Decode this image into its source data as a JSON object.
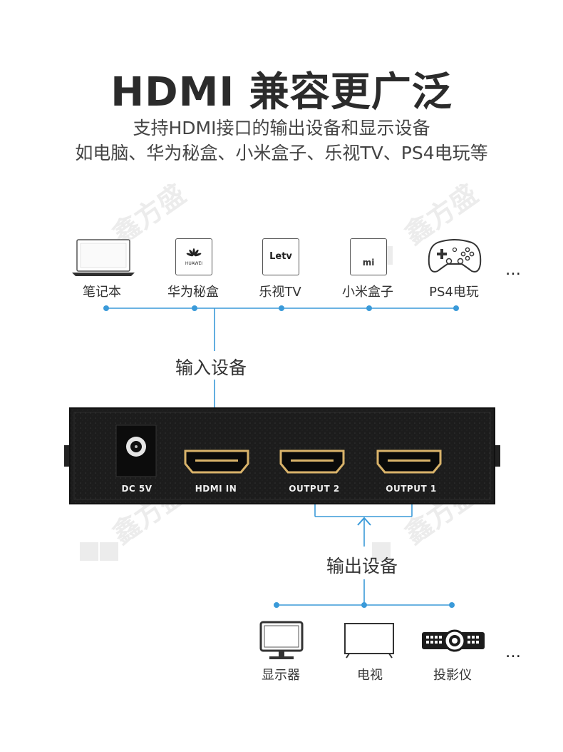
{
  "title": "HDMI 兼容更广泛",
  "subtitle_lines": [
    "支持HDMI接口的输出设备和显示设备",
    "如电脑、华为秘盒、小米盒子、乐视TV、PS4电玩等"
  ],
  "input_devices": [
    {
      "label": "笔记本",
      "icon": "laptop-icon"
    },
    {
      "label": "华为秘盒",
      "icon": "huawei-box-icon"
    },
    {
      "label": "乐视TV",
      "icon": "letv-box-icon"
    },
    {
      "label": "小米盒子",
      "icon": "xiaomi-box-icon"
    },
    {
      "label": "PS4电玩",
      "icon": "gamepad-icon"
    }
  ],
  "input_more": "…",
  "input_caption": "输入设备",
  "splitter": {
    "ports": [
      "DC 5V",
      "HDMI IN",
      "OUTPUT 2",
      "OUTPUT 1"
    ]
  },
  "output_caption": "输出设备",
  "output_devices": [
    {
      "label": "显示器",
      "icon": "monitor-icon"
    },
    {
      "label": "电视",
      "icon": "tv-icon"
    },
    {
      "label": "投影仪",
      "icon": "projector-icon"
    }
  ],
  "output_more": "…",
  "icon_text": {
    "letv": "Letv",
    "huawei": "HUAWEI",
    "xiaomi": "mi"
  },
  "watermark": "鑫方盛",
  "colors": {
    "line": "#3a9ad9",
    "gold": "#d9b36a",
    "device": "#1c1c1c"
  }
}
